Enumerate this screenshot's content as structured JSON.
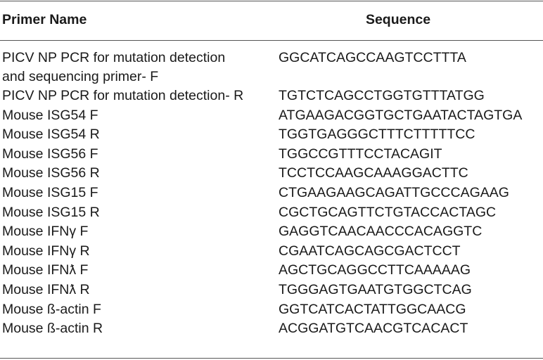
{
  "table": {
    "headers": {
      "name": "Primer Name",
      "sequence": "Sequence"
    },
    "rows": [
      {
        "name": "PICV NP PCR for mutation detection and sequencing primer- F",
        "sequence": "GGCATCAGCCAAGTCCTTTA"
      },
      {
        "name": "PICV NP PCR for mutation detection- R",
        "sequence": "TGTCTCAGCCTGGTGTTTATGG"
      },
      {
        "name": "Mouse ISG54 F",
        "sequence": "ATGAAGACGGTGCTGAATACTAGTGA"
      },
      {
        "name": "Mouse ISG54 R",
        "sequence": "TGGTGAGGGCTTTCTTTTTCC"
      },
      {
        "name": "Mouse ISG56 F",
        "sequence": "TGGCCGTTTCCTACAGIT"
      },
      {
        "name": "Mouse ISG56 R",
        "sequence": "TCCTCCAAGCAAAGGACTTC"
      },
      {
        "name": "Mouse ISG15 F",
        "sequence": "CTGAAGAAGCAGATTGCCCAGAAG"
      },
      {
        "name": "Mouse ISG15 R",
        "sequence": "CGCTGCAGTTCTGTACCACTAGC"
      },
      {
        "name": "Mouse IFNγ F",
        "sequence": "GAGGTCAACAACCCACAGGTC"
      },
      {
        "name": "Mouse IFNγ R",
        "sequence": "CGAATCAGCAGCGACTCCT"
      },
      {
        "name": "Mouse IFNƛ F",
        "sequence": "AGCTGCAGGCCTTCAAAAAG"
      },
      {
        "name": "Mouse IFNƛ R",
        "sequence": "TGGGAGTGAATGTGGCTCAG"
      },
      {
        "name": "Mouse ß-actin F",
        "sequence": "GGTCATCACTATTGGCAACG"
      },
      {
        "name": "Mouse ß-actin R",
        "sequence": "ACGGATGTCAACGTCACACT"
      }
    ]
  }
}
